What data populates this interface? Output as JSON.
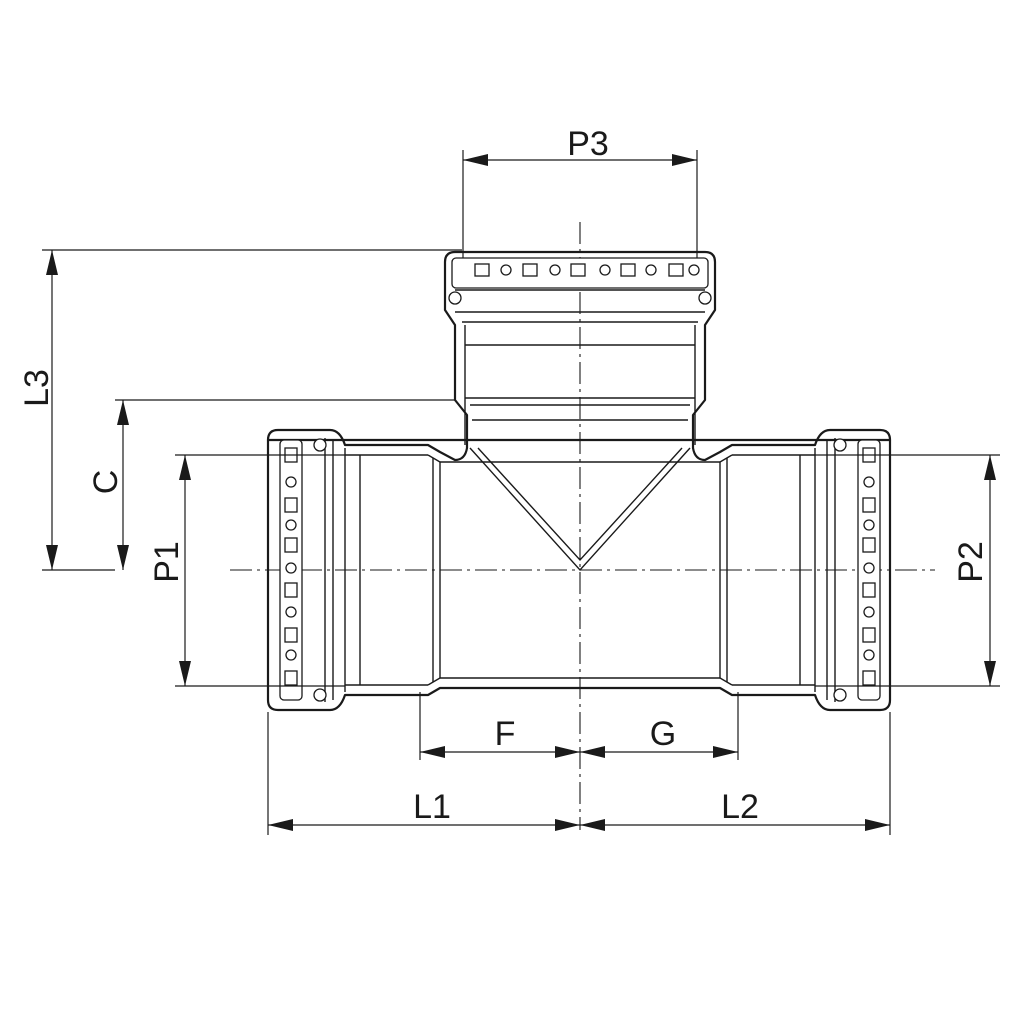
{
  "dimensions": {
    "p1": "P1",
    "p2": "P2",
    "p3": "P3",
    "l1": "L1",
    "l2": "L2",
    "l3": "L3",
    "c": "C",
    "f": "F",
    "g": "G"
  },
  "colors": {
    "line": "#1a1a1a",
    "background": "#ffffff"
  }
}
